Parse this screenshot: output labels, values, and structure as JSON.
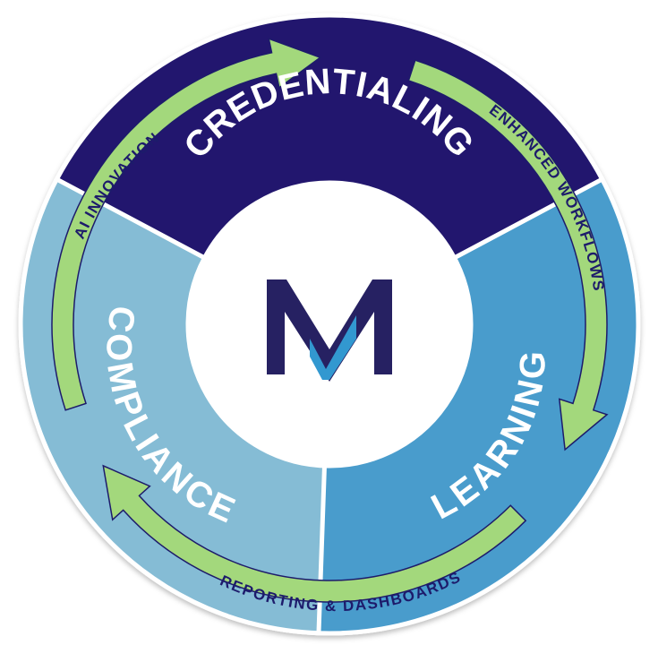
{
  "colors": {
    "credentialing": "#21196e",
    "learning": "#4a9ccc",
    "compliance": "#85bcd5",
    "arrow_fill": "#a3d87c",
    "arrow_stroke": "#1d1b6b",
    "logo_m": "#262162",
    "logo_check": "#3298d0"
  },
  "segments": {
    "credentialing": {
      "label": "CREDENTIALING"
    },
    "learning": {
      "label": "LEARNING"
    },
    "compliance": {
      "label": "COMPLIANCE"
    }
  },
  "arrows": {
    "ai_innovation": {
      "label": "AI INNOVATION"
    },
    "enhanced_workflows": {
      "label": "ENHANCED WORKFLOWS"
    },
    "reporting_dashboards": {
      "label": "REPORTING & DASHBOARDS"
    }
  },
  "logo": {
    "icon": "m-checkmark-logo"
  }
}
